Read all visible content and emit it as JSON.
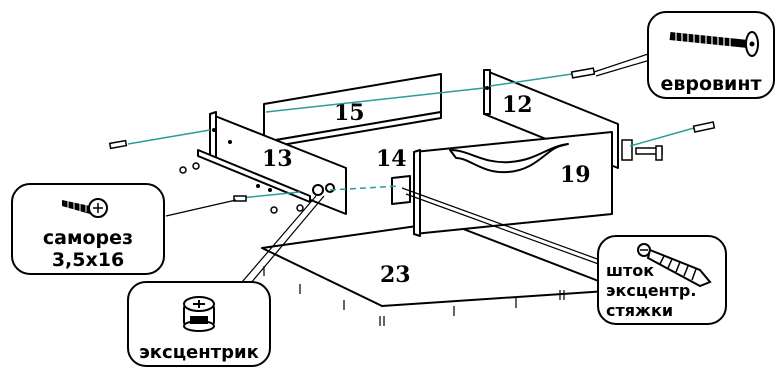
{
  "parts": {
    "p15": "15",
    "p12": "12",
    "p13": "13",
    "p14": "14",
    "p19": "19",
    "p23": "23"
  },
  "callouts": {
    "eurovint": "евровинт",
    "samorez_line1": "саморез",
    "samorez_line2": "3,5х16",
    "ekscentrik": "эксцентрик",
    "shtok_line1": "шток",
    "shtok_line2": "эксцентр.",
    "shtok_line3": "стяжки"
  },
  "colors": {
    "guide_line": "#2a9d9a",
    "outline": "#000000",
    "fill": "#ffffff"
  }
}
